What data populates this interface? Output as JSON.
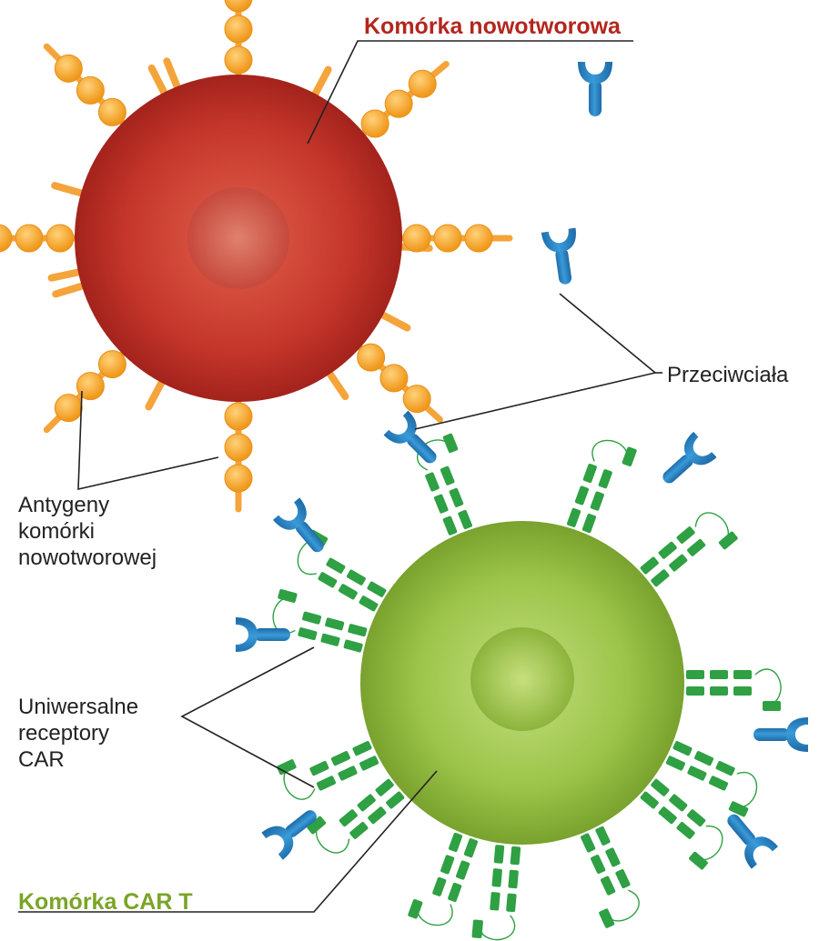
{
  "labels": {
    "tumor_cell": "Komórka nowotworowa",
    "car_t_cell": "Komórka CAR T",
    "antibodies": "Przeciwciała",
    "antigens": [
      "Antygeny",
      "komórki",
      "nowotworowej"
    ],
    "receptors": [
      "Uniwersalne",
      "receptory",
      "CAR"
    ]
  },
  "colors": {
    "tumor_cell": "#c0392b",
    "tumor_nucleus": "#d8655a",
    "antigen": "#f5a623",
    "car_t_cell": "#8bb43a",
    "car_t_nucleus": "#a7cd4d",
    "receptor": "#2fa043",
    "antibody": "#2b87c8",
    "tumor_label": "#b3261e",
    "car_t_label": "#7ba428"
  }
}
